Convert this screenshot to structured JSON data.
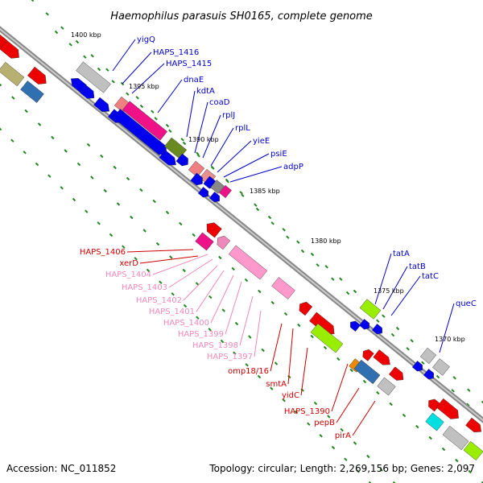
{
  "title": "Haemophilus parasuis SH0165, complete genome",
  "accession": "Accession: NC_011852",
  "topology": "Topology: circular; Length: 2,269,156 bp; Genes: 2,097",
  "colors": {
    "label_forward": "#0000cc",
    "label_reverse": "#cc0000",
    "label_reverse_light": "#ee88bb",
    "backbone": "#888888",
    "ticks": "#228822"
  },
  "scale_ticks": [
    "1400 kbp",
    "1395 kbp",
    "1390 kbp",
    "1385 kbp",
    "1380 kbp",
    "1375 kbp",
    "1370 kbp"
  ],
  "labels_forward": [
    "yigQ",
    "HAPS_1416",
    "HAPS_1415",
    "dnaE",
    "kdtA",
    "coaD",
    "rplJ",
    "rplL",
    "yieE",
    "psiE",
    "adpP",
    "tatA",
    "tatB",
    "tatC",
    "queC"
  ],
  "labels_reverse_light": [
    "HAPS_1404",
    "HAPS_1403",
    "HAPS_1402",
    "HAPS_1401",
    "HAPS_1400",
    "HAPS_1399",
    "HAPS_1398",
    "HAPS_1397"
  ],
  "labels_reverse": [
    "HAPS_1406",
    "xerD",
    "omp18/16",
    "smtA",
    "yidC",
    "HAPS_1390",
    "pepB",
    "pirA"
  ]
}
